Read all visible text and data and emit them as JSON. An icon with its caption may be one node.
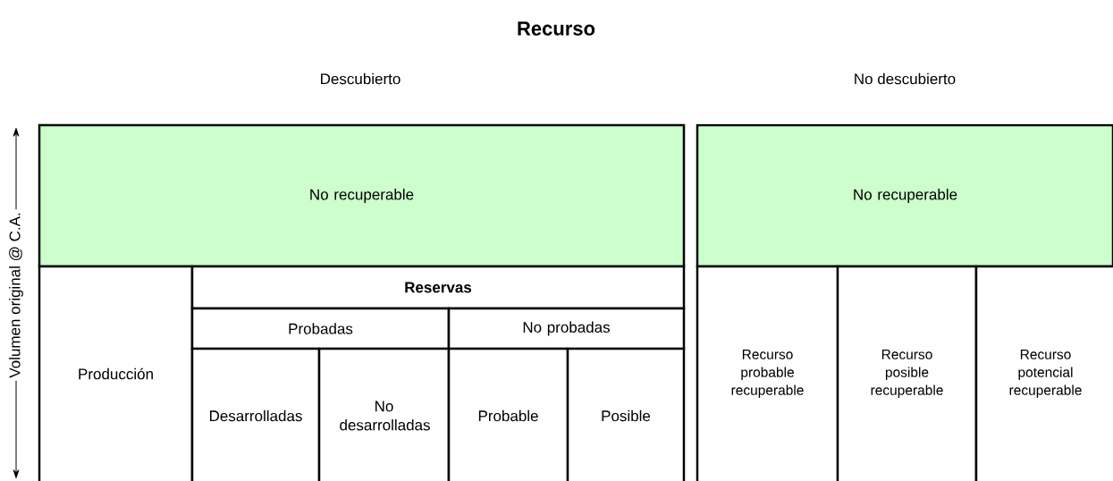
{
  "diagram": {
    "title": "Recurso",
    "nodes": [
      {
        "text": [
          "No recuperable"
        ]
      },
      {
        "text": [
          "Producción"
        ]
      },
      {
        "text": [
          "Reservas"
        ]
      },
      {
        "text": [
          "Probadas"
        ]
      },
      {
        "text": [
          "No probadas"
        ]
      },
      {
        "text": [
          "Desarrolladas"
        ]
      },
      {
        "text": [
          "No desarrolladas"
        ]
      },
      {
        "text": [
          "Probable"
        ]
      },
      {
        "text": [
          "Posible"
        ]
      },
      {
        "text": [
          "No recuperable"
        ]
      },
      {
        "text": [
          "Recurso probable recuperable"
        ]
      },
      {
        "text": [
          "Recurso posible recuperable"
        ]
      },
      {
        "text": [
          "Recurso potencial recuperable"
        ]
      }
    ],
    "labels": [
      "Descubierto",
      "No descubierto",
      "Volumen original  @ C.A."
    ]
  }
}
